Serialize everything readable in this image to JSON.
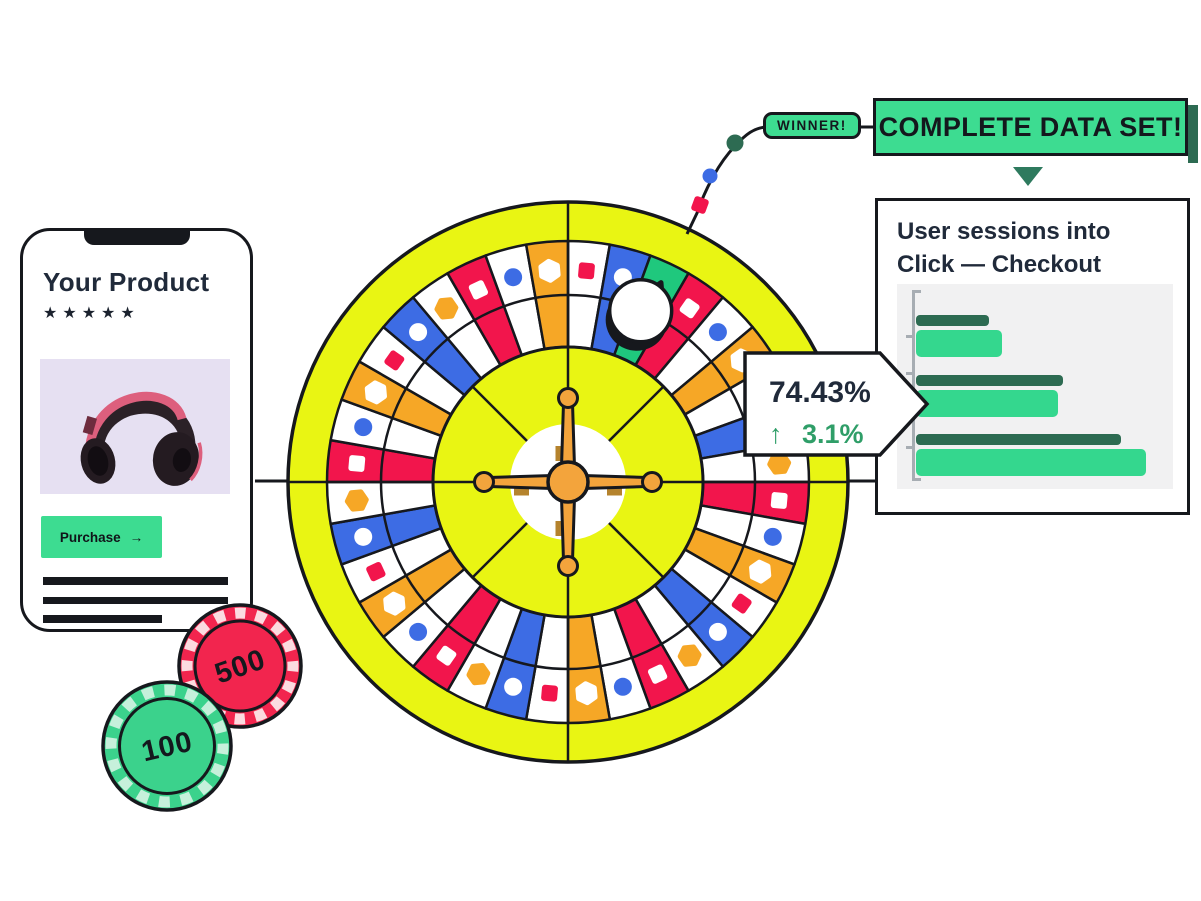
{
  "phone": {
    "title": "Your Product",
    "rating": "★★★★★",
    "purchase_label": "Purchase",
    "purchase_arrow": "→"
  },
  "winner_badge": {
    "label": "WINNER!"
  },
  "banner": {
    "label": "COMPLETE DATA SET!"
  },
  "metric_callout": {
    "value": "74.43%",
    "delta_arrow": "↑",
    "delta": "3.1%",
    "delta_color": "#2f9e68"
  },
  "chips": [
    {
      "value": "500",
      "color": "#f2254e",
      "edge_color": "#fbdbe0"
    },
    {
      "value": "100",
      "color": "#3bd28c",
      "edge_color": "#c6f0db"
    }
  ],
  "chart_data": {
    "type": "bar",
    "orientation": "horizontal",
    "title": "User sessions into Click — Checkout",
    "title_lines": [
      "User sessions into",
      "Click — Checkout"
    ],
    "categories": [
      "",
      "",
      ""
    ],
    "series": [
      {
        "name": "dark-green",
        "color": "#2d6b52",
        "values": [
          29,
          58,
          81
        ]
      },
      {
        "name": "light-green",
        "color": "#34d78e",
        "values": [
          34,
          56,
          91
        ]
      }
    ],
    "xlim": [
      0,
      100
    ],
    "grid": false,
    "legend": false,
    "axis_labels_visible": false,
    "plot_bg": "#f1f1f2",
    "axis_color": "#a7adb3"
  },
  "wheel": {
    "segment_count": 36,
    "repeating_unit": [
      {
        "bg": "white",
        "shape": "square",
        "shape_color": "red"
      },
      {
        "bg": "blue",
        "shape": "circle",
        "shape_color": "white"
      },
      {
        "bg": "white",
        "shape": "hexagon",
        "shape_color": "orange"
      },
      {
        "bg": "red",
        "shape": "square",
        "shape_color": "white"
      },
      {
        "bg": "white",
        "shape": "circle",
        "shape_color": "blue"
      },
      {
        "bg": "orange",
        "shape": "hexagon",
        "shape_color": "white"
      }
    ],
    "winning_segment": {
      "index": 2,
      "bg": "green",
      "shape": "triangle",
      "shape_color": "black",
      "ball": true
    },
    "palette": {
      "yellow": "#e9f513",
      "red": "#f2154c",
      "blue": "#3d6ce4",
      "orange": "#f6a726",
      "green": "#1fc87d",
      "white": "#ffffff",
      "black": "#16181d",
      "spinner": "#f3a43c",
      "spinner_shadow": "#b5832d"
    },
    "path_markers": {
      "needle_square_color": "#f2154c",
      "dot1_color": "#3d6ce4",
      "dot2_color": "#2d6b52"
    }
  }
}
